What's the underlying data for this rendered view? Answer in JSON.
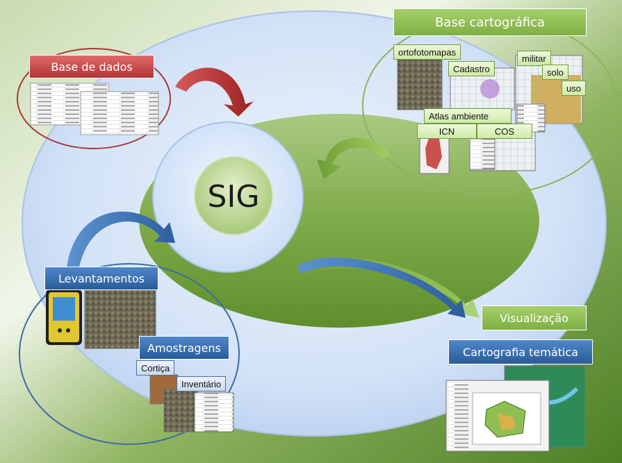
{
  "center": {
    "label": "SIG"
  },
  "base_dados": {
    "label": "Base de dados"
  },
  "base_cartografica": {
    "label": "Base cartográfica",
    "tags": [
      "ortofotomapas",
      "Cadastro",
      "militar",
      "solo",
      "uso",
      "Atlas ambiente",
      "ICN",
      "COS"
    ]
  },
  "levantamentos": {
    "label": "Levantamentos"
  },
  "amostragens": {
    "label": "Amostragens",
    "tags": [
      "Cortiça",
      "Inventário"
    ]
  },
  "visualizacao": {
    "label": "Visualização"
  },
  "cartografia": {
    "label": "Cartografia temática"
  },
  "colors": {
    "red_accent": "#c23b3b",
    "blue_accent": "#3a70b3",
    "green_accent": "#8cbd53",
    "background_green": "#6d9c3a"
  }
}
